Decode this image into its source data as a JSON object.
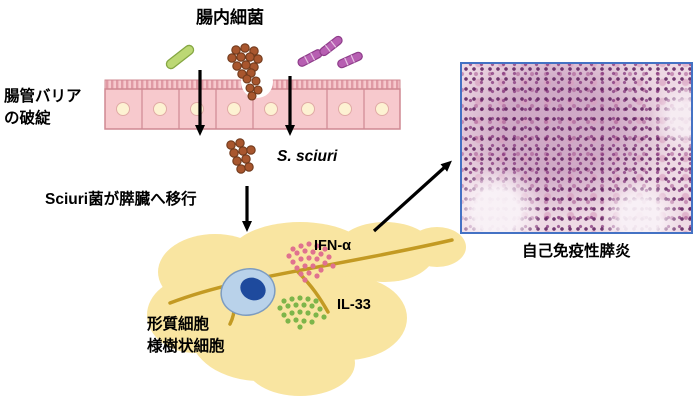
{
  "figure": {
    "labels": {
      "gut_bacteria": "腸内細菌",
      "barrier_line1": "腸管バリア",
      "barrier_line2": "の破綻",
      "s_sciuri": "S. sciuri",
      "translocation": "Sciuri菌が膵臓へ移行",
      "ifn_alpha": "IFN-α",
      "il_33": "IL-33",
      "pdc_line1": "形質細胞",
      "pdc_line2": "様樹状細胞",
      "autoimmune_pancreatitis": "自己免疫性膵炎"
    },
    "colors": {
      "epithelium_fill": "#f7c9cd",
      "epithelium_border": "#cf8892",
      "cell_nucleus_fill": "#fdf2d2",
      "green_bacterium": "#bcd874",
      "purple_bacterium": "#b75fb2",
      "cocci": "#a8562e",
      "pancreas": "#f9e5a1",
      "duct": "#c39a23",
      "pdc_cell": "#b9d2ea",
      "pdc_nucleus": "#1e4a9d",
      "ifn_dots": "#e0718f",
      "il33_dots": "#7db54a",
      "histology_border": "#4472c4",
      "arrow": "#000000"
    }
  }
}
